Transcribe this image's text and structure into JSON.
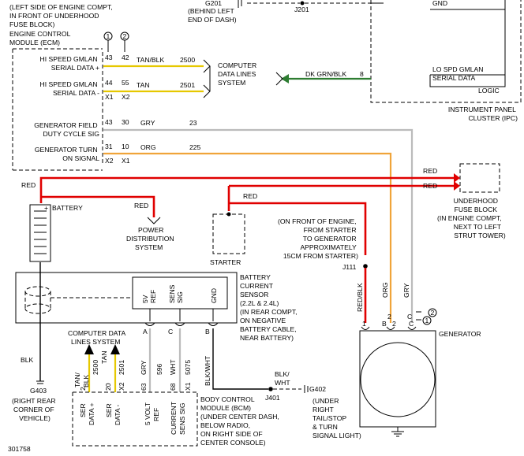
{
  "ecm": {
    "location": [
      "(LEFT SIDE OF ENGINE COMPT,",
      "IN FRONT OF UNDERHOOD",
      "FUSE BLOCK)"
    ],
    "name": [
      "ENGINE CONTROL",
      "MODULE (ECM)"
    ],
    "hs_plus": [
      "HI SPEED GMLAN",
      "SERIAL DATA +"
    ],
    "hs_minus": [
      "HI SPEED GMLAN",
      "SERIAL DATA -"
    ],
    "gen_field": [
      "GENERATOR FIELD",
      "DUTY CYCLE SIG"
    ],
    "gen_turn": [
      "GENERATOR TURN",
      "ON SIGNAL"
    ],
    "pin1": "43",
    "pin1b": "42",
    "pin2": "44",
    "pin2b": "55",
    "conn_x1": "X1",
    "conn_x2": "X2",
    "pin3": "43",
    "pin3b": "30",
    "pin4": "31",
    "pin4b": "10",
    "conn_x2b": "X2",
    "conn_x1b": "X1"
  },
  "callouts": {
    "c1": "1",
    "c2": "2"
  },
  "wires": {
    "tan_blk": "TAN/BLK",
    "tan_blk_num": "2500",
    "tan": "TAN",
    "tan_num": "2501",
    "gry": "GRY",
    "gry_num": "23",
    "org": "ORG",
    "org_num": "225",
    "dk_grn_blk": "DK GRN/BLK",
    "dk_grn_num": "8",
    "red": "RED",
    "red2": "RED",
    "red3": "RED",
    "red4": "RED",
    "red5": "RED",
    "red_blk": "RED/BLK",
    "b_org": "ORG",
    "c_gry": "GRY",
    "blk": "BLK",
    "blk_wht": "BLK/WHT",
    "blk_wht2": [
      "BLK/",
      "WHT"
    ]
  },
  "computer_data": [
    "COMPUTER",
    "DATA LINES",
    "SYSTEM"
  ],
  "top": {
    "g201": "G201",
    "j201": "J201",
    "behind": [
      "(BEHIND LEFT",
      "END OF DASH)"
    ],
    "gnd": "GND"
  },
  "ipc": {
    "lo_spd": [
      "LO SPD GMLAN",
      "SERIAL DATA"
    ],
    "logic": "LOGIC",
    "name": [
      "INSTRUMENT PANEL",
      "CLUSTER (IPC)"
    ]
  },
  "underhood": [
    "UNDERHOOD",
    "FUSE BLOCK",
    "(IN ENGINE COMPT,",
    "NEXT TO LEFT",
    "STRUT TOWER)"
  ],
  "battery": {
    "label": "BATTERY",
    "plus": "+"
  },
  "power_dist": [
    "POWER",
    "DISTRIBUTION",
    "SYSTEM"
  ],
  "starter": "STARTER",
  "j111_note": [
    "(ON FRONT OF ENGINE,",
    "FROM STARTER",
    "TO GENERATOR",
    "APPROXIMATELY",
    "15CM FROM STARTER)"
  ],
  "j111": "J111",
  "sensor": {
    "title": [
      "BATTERY",
      "CURRENT",
      "SENSOR",
      "(2.2L & 2.4L)",
      "(IN REAR COMPT,",
      "ON NEGATIVE",
      "BATTERY CABLE,",
      "NEAR BATTERY)"
    ],
    "pins": [
      "5V",
      "REF",
      "SENS",
      "SIG",
      "GND"
    ],
    "conn": [
      "A",
      "C",
      "B"
    ]
  },
  "generator": {
    "label": "GENERATOR",
    "pins": [
      "1",
      "B",
      "2",
      "C"
    ]
  },
  "bcm": {
    "cds": [
      "COMPUTER DATA",
      "LINES SYSTEM"
    ],
    "w1": [
      "TAN/",
      "BLK"
    ],
    "w1n": "2500",
    "p1": "2",
    "w2": "TAN",
    "w2n": "2501",
    "p2": "20",
    "x2": "X2",
    "w3": "GRY",
    "w3n": "596",
    "p3": "63",
    "w4": "WHT",
    "w4n": "5075",
    "p4": "68",
    "x1": "X1",
    "labels": [
      "SER",
      "DATA +",
      "SER",
      "DATA -",
      "5 VOLT",
      "REF",
      "CURRENT",
      "SENS SIG"
    ],
    "name": [
      "BODY CONTROL",
      "MODULE (BCM)",
      "(UNDER CENTER DASH,",
      "BELOW RADIO,",
      "ON RIGHT SIDE OF",
      "CENTER CONSOLE)"
    ]
  },
  "g403": "G403",
  "g403_loc": [
    "(RIGHT REAR",
    "CORNER OF",
    "VEHICLE)"
  ],
  "j401": "J401",
  "g402": "G402",
  "g402_loc": [
    "(UNDER",
    "RIGHT",
    "TAIL/STOP",
    "& TURN",
    "SIGNAL LIGHT)"
  ],
  "fig_num": "301758"
}
